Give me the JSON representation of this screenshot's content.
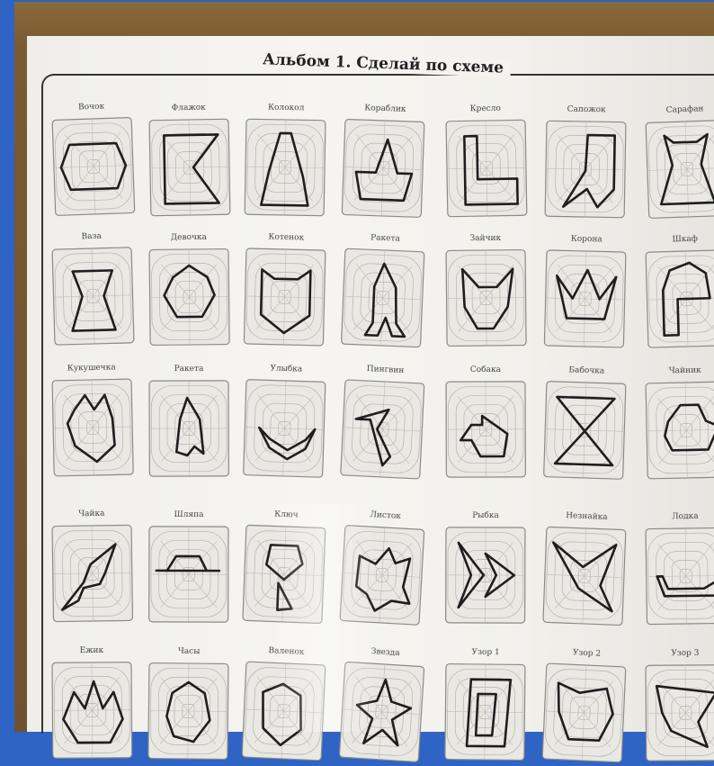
{
  "title": "Альбом 1. Сделай по схеме",
  "cells": [
    {
      "label": "Вочок"
    },
    {
      "label": "Флажок"
    },
    {
      "label": "Колокол"
    },
    {
      "label": "Кораблик"
    },
    {
      "label": "Кресло"
    },
    {
      "label": "Сапожок"
    },
    {
      "label": "Сарафан"
    },
    {
      "label": "Ваза"
    },
    {
      "label": "Девочка"
    },
    {
      "label": "Котенок"
    },
    {
      "label": "Ракета"
    },
    {
      "label": "Зайчик"
    },
    {
      "label": "Корона"
    },
    {
      "label": "Шкаф"
    },
    {
      "label": "Кукушечка"
    },
    {
      "label": "Ракета"
    },
    {
      "label": "Улыбка"
    },
    {
      "label": "Пингвин"
    },
    {
      "label": "Собака"
    },
    {
      "label": "Бабочка"
    },
    {
      "label": "Чайник"
    },
    {
      "label": "Чайка"
    },
    {
      "label": "Шляпа"
    },
    {
      "label": "Ключ"
    },
    {
      "label": "Листок"
    },
    {
      "label": "Рыбка"
    },
    {
      "label": "Незнайка"
    },
    {
      "label": "Лодка"
    },
    {
      "label": "Ежик"
    },
    {
      "label": "Часы"
    },
    {
      "label": "Валенок"
    },
    {
      "label": "Звезда"
    },
    {
      "label": "Узор 1"
    },
    {
      "label": "Узор 2"
    },
    {
      "label": "Узор 3"
    }
  ]
}
